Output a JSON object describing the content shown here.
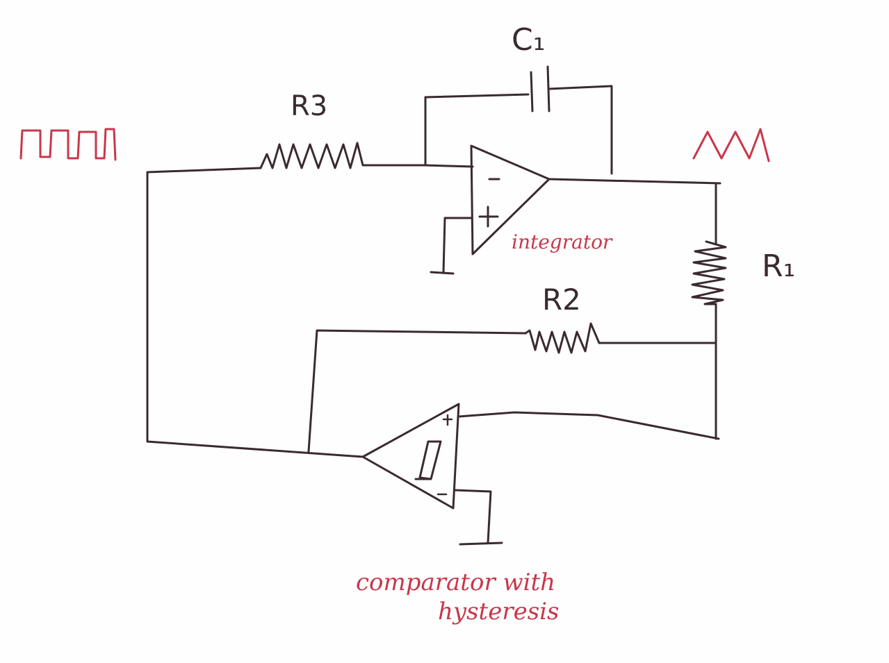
{
  "colors": {
    "ink": "#3a2a2e",
    "accent": "#c8374a",
    "paper": "#fefefe"
  },
  "labels": {
    "c1": "C₁",
    "r3": "R3",
    "r1": "R₁",
    "r2": "R2",
    "integrator_minus": "−",
    "integrator_plus": "+",
    "comparator_plus": "+",
    "comparator_minus": "−",
    "integrator_note": "integrator",
    "comparator_note_line1": "comparator with",
    "comparator_note_line2": "hysteresis"
  },
  "icons": {
    "square_wave": "square-wave-icon",
    "triangle_wave": "triangle-wave-icon",
    "hysteresis_symbol": "hysteresis-icon"
  }
}
